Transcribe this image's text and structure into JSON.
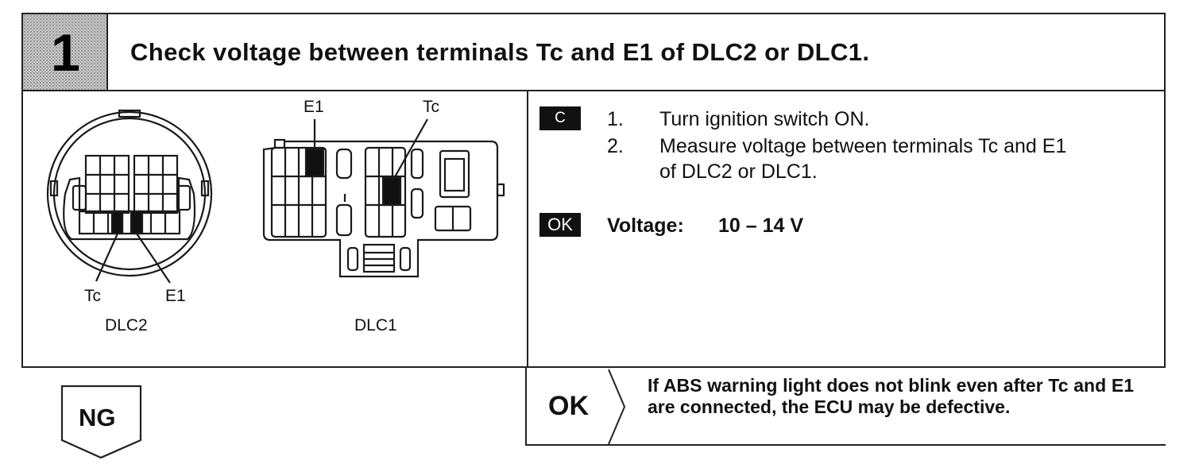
{
  "header": {
    "step_number": "1",
    "title": "Check voltage between terminals Tc and E1 of DLC2 or DLC1."
  },
  "diagram": {
    "dlc2": {
      "name": "DLC2",
      "tc_label": "Tc",
      "e1_label": "E1"
    },
    "dlc1": {
      "name": "DLC1",
      "e1_label": "E1",
      "tc_label": "Tc"
    }
  },
  "procedure": {
    "check_badge": "C",
    "steps": [
      {
        "num": "1.",
        "text": "Turn ignition switch ON."
      },
      {
        "num": "2.",
        "text": "Measure voltage between terminals Tc and E1"
      },
      {
        "num": "",
        "text": "of DLC2 or DLC1."
      }
    ],
    "ok_badge": "OK",
    "spec_label": "Voltage:",
    "spec_value": "10 – 14 V"
  },
  "result": {
    "ok_label": "OK",
    "note": "If ABS warning light does not blink even after Tc and E1 are connected, the ECU may be defective.",
    "ng_label": "NG"
  }
}
